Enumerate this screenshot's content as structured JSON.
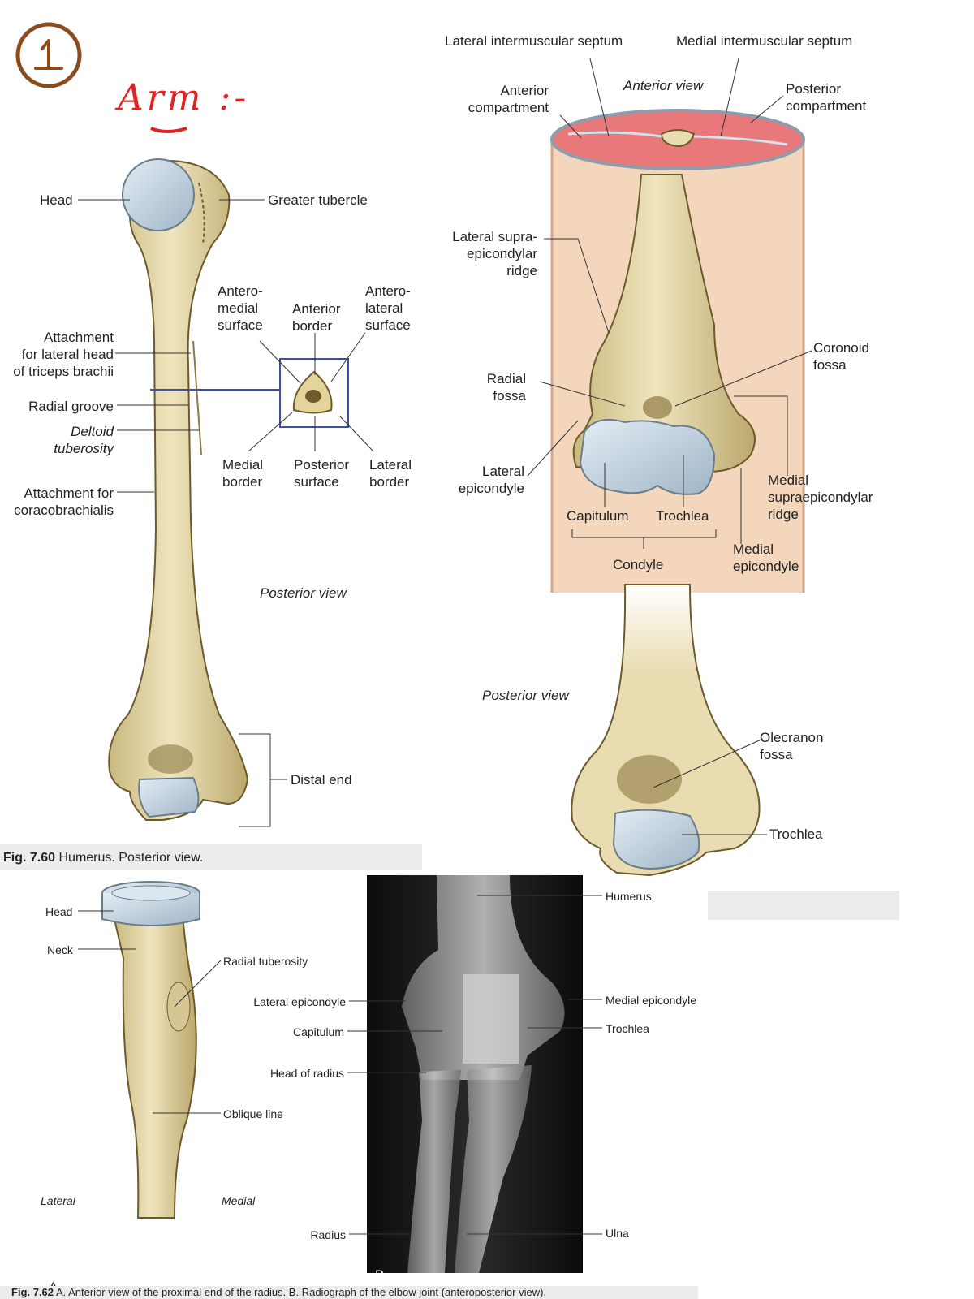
{
  "handwriting": {
    "number": "1",
    "title": "Arm :-"
  },
  "fig760": {
    "caption_num": "Fig. 7.60",
    "caption_text": "Humerus. Posterior view.",
    "labels": {
      "head": "Head",
      "greater_tubercle": "Greater tubercle",
      "anteromedial": "Antero-\nmedial\nsurface",
      "anterior_border": "Anterior\nborder",
      "anterolateral": "Antero-\nlateral\nsurface",
      "triceps": "Attachment\nfor lateral head\nof triceps brachii",
      "radial_groove": "Radial groove",
      "deltoid": "Deltoid\ntuberosity",
      "coraco": "Attachment for\ncoracobrachialis",
      "medial_border": "Medial\nborder",
      "posterior_surface": "Posterior\nsurface",
      "lateral_border": "Lateral\nborder",
      "posterior_view": "Posterior view",
      "distal_end": "Distal end"
    }
  },
  "distal": {
    "labels": {
      "lat_septum": "Lateral intermuscular septum",
      "med_septum": "Medial intermuscular septum",
      "anterior_view": "Anterior view",
      "anterior_compartment": "Anterior\ncompartment",
      "posterior_compartment": "Posterior\ncompartment",
      "lat_supra_ridge": "Lateral supra-\nepicondylar\nridge",
      "coronoid_fossa": "Coronoid\nfossa",
      "radial_fossa": "Radial\nfossa",
      "lateral_epicondyle": "Lateral\nepicondyle",
      "capitulum": "Capitulum",
      "trochlea": "Trochlea",
      "med_supra_ridge": "Medial\nsupraepicondylar\nridge",
      "condyle": "Condyle",
      "medial_epicondyle": "Medial\nepicondyle",
      "posterior_view": "Posterior view",
      "olecranon_fossa": "Olecranon\nfossa",
      "trochlea2": "Trochlea"
    }
  },
  "fig762": {
    "caption_num": "Fig. 7.62",
    "caption_text": "A. Anterior view of the proximal end of the radius. B. Radiograph of the elbow joint (anteroposterior view).",
    "labels": {
      "head": "Head",
      "neck": "Neck",
      "radial_tuberosity": "Radial tuberosity",
      "oblique_line": "Oblique line",
      "lateral": "Lateral",
      "medial": "Medial",
      "panel_a": "A",
      "panel_b": "B",
      "lat_epicondyle": "Lateral epicondyle",
      "capitulum": "Capitulum",
      "head_of_radius": "Head of radius",
      "radius": "Radius",
      "humerus": "Humerus",
      "med_epicondyle": "Medial epicondyle",
      "trochlea": "Trochlea",
      "ulna": "Ulna"
    }
  },
  "colors": {
    "bone": "#e8dcb0",
    "cartilage": "#c3d3de",
    "muscle": "#e8787a",
    "handwriting_red": "#e02424",
    "circle_brown": "#8a4b1d"
  }
}
